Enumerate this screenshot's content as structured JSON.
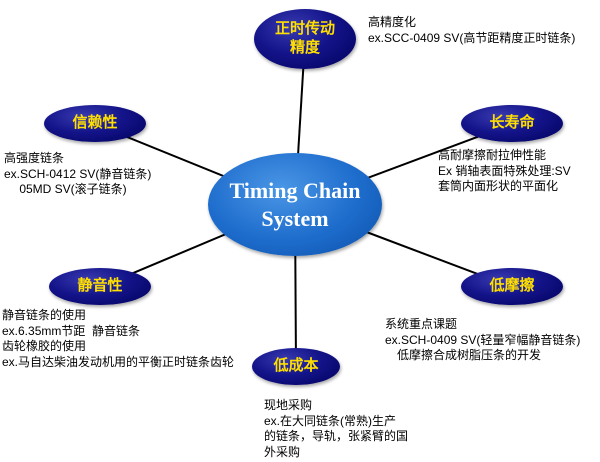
{
  "diagram": {
    "center": {
      "title": "Timing Chain\nSystem"
    },
    "nodes": {
      "top": {
        "label": "正时传动\n精度"
      },
      "upper_left": {
        "label": "信赖性"
      },
      "upper_right": {
        "label": "长寿命"
      },
      "lower_left": {
        "label": "静音性"
      },
      "lower_right": {
        "label": "低摩擦"
      },
      "bottom": {
        "label": "低成本"
      }
    },
    "annotations": {
      "top": "高精度化\nex.SCC-0409 SV(高节距精度正时链条)",
      "upper_left": "高强度链条\nex.SCH-0412 SV(静音链条)\n　 05MD SV(滚子链条)",
      "upper_right": "高耐摩擦耐拉伸性能\nEx 销轴表面特殊处理:SV\n套筒内面形状的平面化",
      "lower_left": "静音链条的使用\nex.6.35mm节距  静音链条\n齿轮橡胶的使用\nex.马自达柴油发动机用的平衡正时链条齿轮",
      "lower_right": "系统重点课题\nex.SCH-0409 SV(轻量窄幅静音链条)\n　低摩擦合成树脂压条的开发",
      "bottom": "现地采购\nex.在大同链条(常熟)生产\n的链条，导轨，张紧臂的国\n外采购"
    },
    "colors": {
      "satellite_fill": "#14148a",
      "center_fill": "#1d6ccc",
      "satellite_text": "#ffdf00",
      "center_text": "#ffffff",
      "connector": "#000000",
      "background": "#ffffff"
    }
  }
}
